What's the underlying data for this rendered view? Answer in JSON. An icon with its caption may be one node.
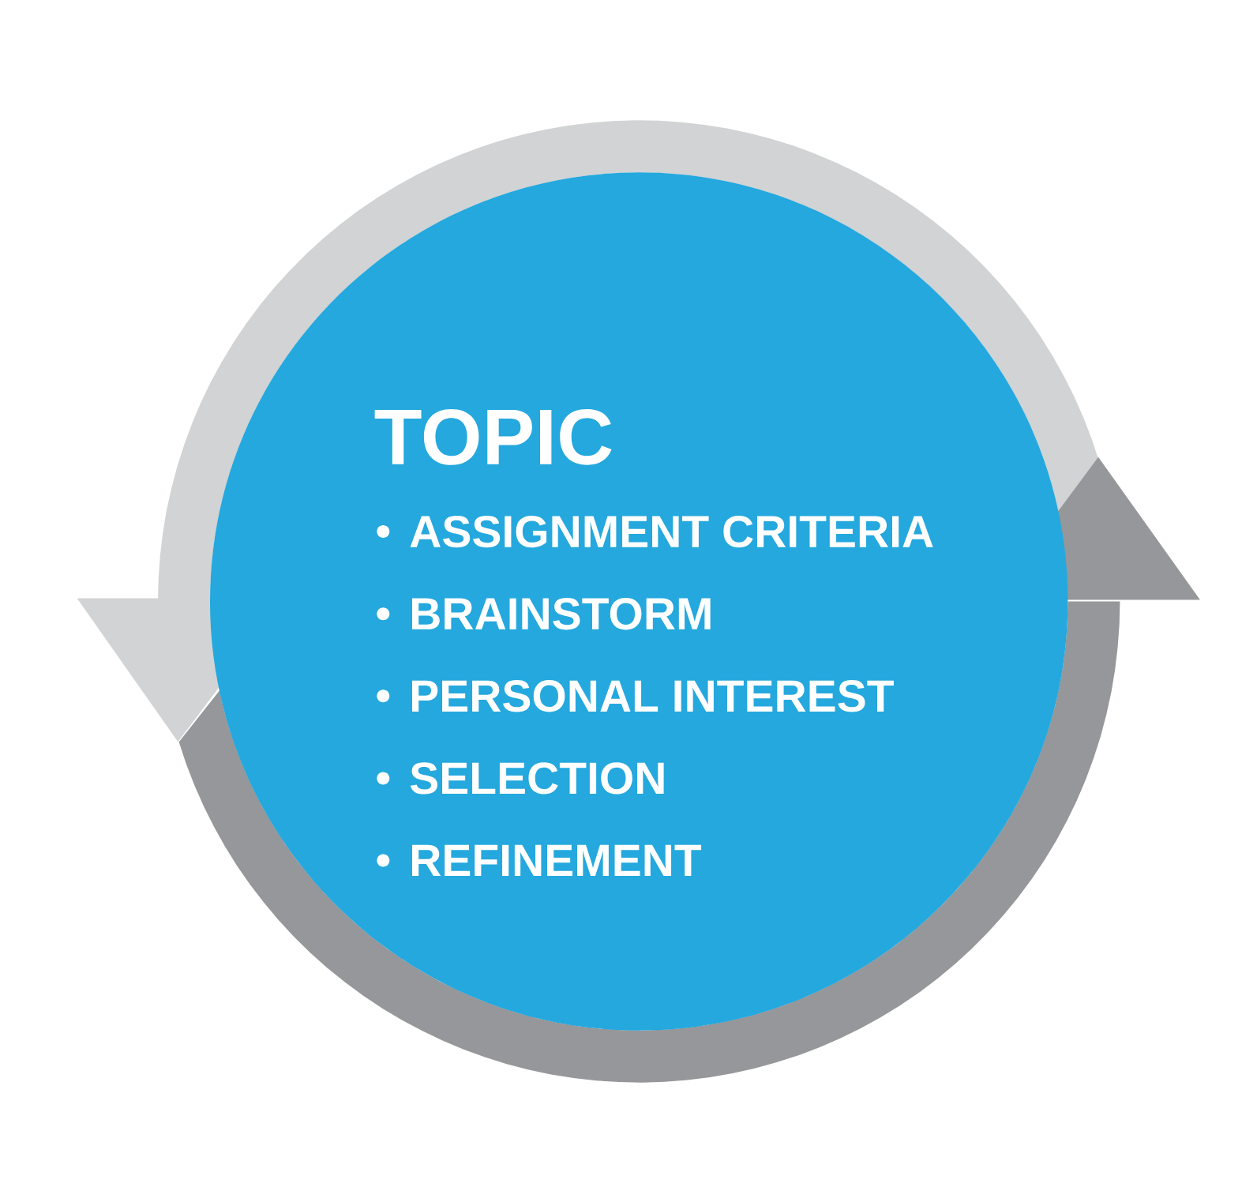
{
  "diagram": {
    "nodes": [
      {
        "text": [
          "TOPIC",
          "ASSIGNMENT CRITERIA",
          "BRAINSTORM",
          "PERSONAL INTEREST",
          "SELECTION",
          "REFINEMENT"
        ]
      }
    ]
  }
}
